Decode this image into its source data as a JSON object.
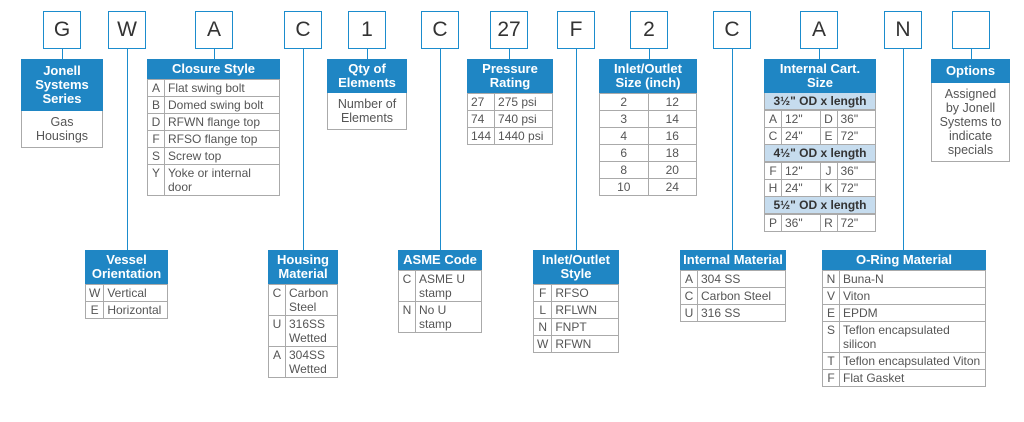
{
  "codes": [
    "G",
    "W",
    "A",
    "C",
    "1",
    "C",
    "27",
    "F",
    "2",
    "C",
    "A",
    "N",
    ""
  ],
  "jonell": {
    "title": "Jonell Systems Series",
    "desc": "Gas Housings"
  },
  "vessel": {
    "title": "Vessel Orientation",
    "rows": [
      [
        "W",
        "Vertical"
      ],
      [
        "E",
        "Horizontal"
      ]
    ]
  },
  "closure": {
    "title": "Closure Style",
    "rows": [
      [
        "A",
        "Flat swing bolt"
      ],
      [
        "B",
        "Domed swing bolt"
      ],
      [
        "D",
        "RFWN flange top"
      ],
      [
        "F",
        "RFSO flange top"
      ],
      [
        "S",
        "Screw top"
      ],
      [
        "Y",
        "Yoke or internal door"
      ]
    ]
  },
  "housing": {
    "title": "Housing Material",
    "rows": [
      [
        "C",
        "Carbon Steel"
      ],
      [
        "U",
        "316SS Wetted"
      ],
      [
        "A",
        "304SS Wetted"
      ]
    ]
  },
  "qty": {
    "title": "Qty of Elements",
    "desc": "Number of Elements"
  },
  "asme": {
    "title": "ASME Code",
    "rows": [
      [
        "C",
        "ASME U stamp"
      ],
      [
        "N",
        "No U stamp"
      ]
    ]
  },
  "pressure": {
    "title": "Pressure Rating",
    "rows": [
      [
        "27",
        "275 psi"
      ],
      [
        "74",
        "740 psi"
      ],
      [
        "144",
        "1440 psi"
      ]
    ]
  },
  "inletstyle": {
    "title": "Inlet/Outlet Style",
    "rows": [
      [
        "F",
        "RFSO"
      ],
      [
        "L",
        "RFLWN"
      ],
      [
        "N",
        "FNPT"
      ],
      [
        "W",
        "RFWN"
      ]
    ]
  },
  "inletsize": {
    "title": "Inlet/Outlet Size (inch)",
    "rows": [
      [
        "2",
        "12"
      ],
      [
        "3",
        "14"
      ],
      [
        "4",
        "16"
      ],
      [
        "6",
        "18"
      ],
      [
        "8",
        "20"
      ],
      [
        "10",
        "24"
      ]
    ]
  },
  "internalmat": {
    "title": "Internal Material",
    "rows": [
      [
        "A",
        "304 SS"
      ],
      [
        "C",
        "Carbon Steel"
      ],
      [
        "U",
        "316 SS"
      ]
    ]
  },
  "cart": {
    "title": "Internal Cart. Size",
    "groups": [
      {
        "label": "3½\" OD x length",
        "rows": [
          [
            "A",
            "12\"",
            "D",
            "36\""
          ],
          [
            "C",
            "24\"",
            "E",
            "72\""
          ]
        ]
      },
      {
        "label": "4½\" OD x length",
        "rows": [
          [
            "F",
            "12\"",
            "J",
            "36\""
          ],
          [
            "H",
            "24\"",
            "K",
            "72\""
          ]
        ]
      },
      {
        "label": "5½\" OD x length",
        "rows": [
          [
            "P",
            "36\"",
            "R",
            "72\""
          ]
        ]
      }
    ]
  },
  "oring": {
    "title": "O-Ring Material",
    "rows": [
      [
        "N",
        "Buna-N"
      ],
      [
        "V",
        "Viton"
      ],
      [
        "E",
        "EPDM"
      ],
      [
        "S",
        "Teflon encapsulated silicon"
      ],
      [
        "T",
        "Teflon encapsulated Viton"
      ],
      [
        "F",
        "Flat Gasket"
      ]
    ]
  },
  "options": {
    "title": "Options",
    "desc": "Assigned by Jonell Systems to indicate specials"
  }
}
